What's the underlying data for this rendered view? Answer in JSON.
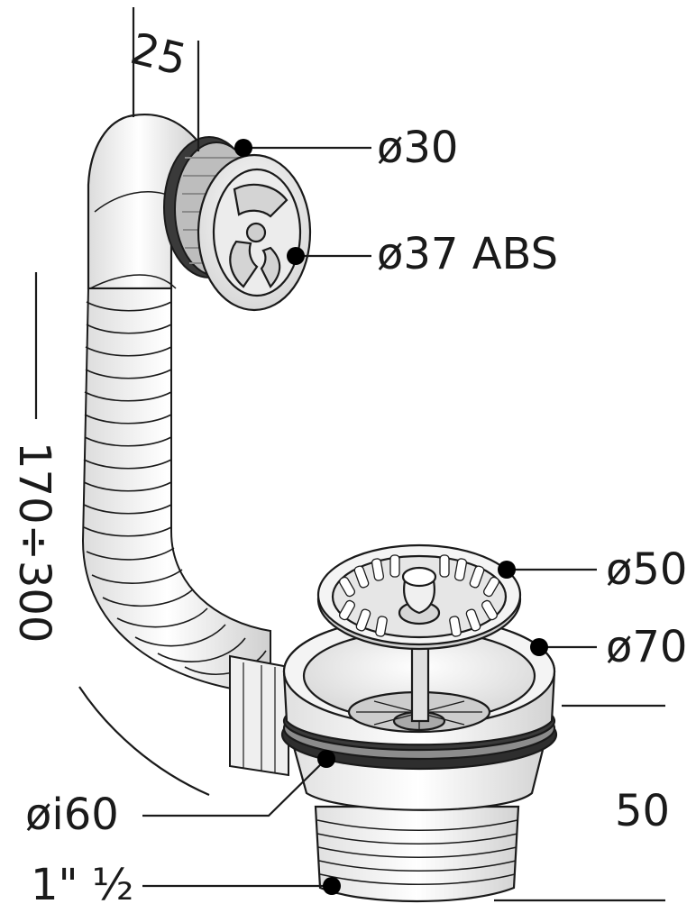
{
  "dimensions": {
    "overflow_width": "25",
    "overflow_diameter": "ø30",
    "overflow_flange": "ø37 ABS",
    "hose_length": "170÷300",
    "strainer_diameter": "ø50",
    "flange_diameter": "ø70",
    "body_inner_diameter": "øi60",
    "thread_size": "1\" ½",
    "drain_height": "50"
  },
  "colors": {
    "line": "#1a1a1a",
    "body": "#f4f4f4",
    "shade": "#d9d9d9",
    "gasket": "#3a3a3a",
    "dot": "#000000"
  }
}
